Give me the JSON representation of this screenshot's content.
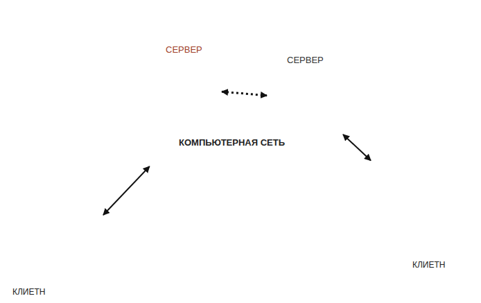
{
  "diagram": {
    "nodes": [
      {
        "text": [
          "КОМПЬЮТЕРНАЯ СЕТЬ"
        ]
      },
      {
        "text": [
          "СЕРВЕР"
        ],
        "in": 0
      },
      {
        "text": [
          "СЕРВЕР"
        ],
        "in": 0
      },
      {
        "text": [
          "КЛИЕТН"
        ]
      },
      {
        "text": [
          "КЛИЕТН"
        ]
      }
    ],
    "edges": [
      {
        "from": 1,
        "to": 2,
        "arrow": "both"
      },
      {
        "from": 2,
        "to": 4,
        "arrow": "both"
      },
      {
        "from": 0,
        "to": 3,
        "arrow": "both"
      }
    ]
  }
}
